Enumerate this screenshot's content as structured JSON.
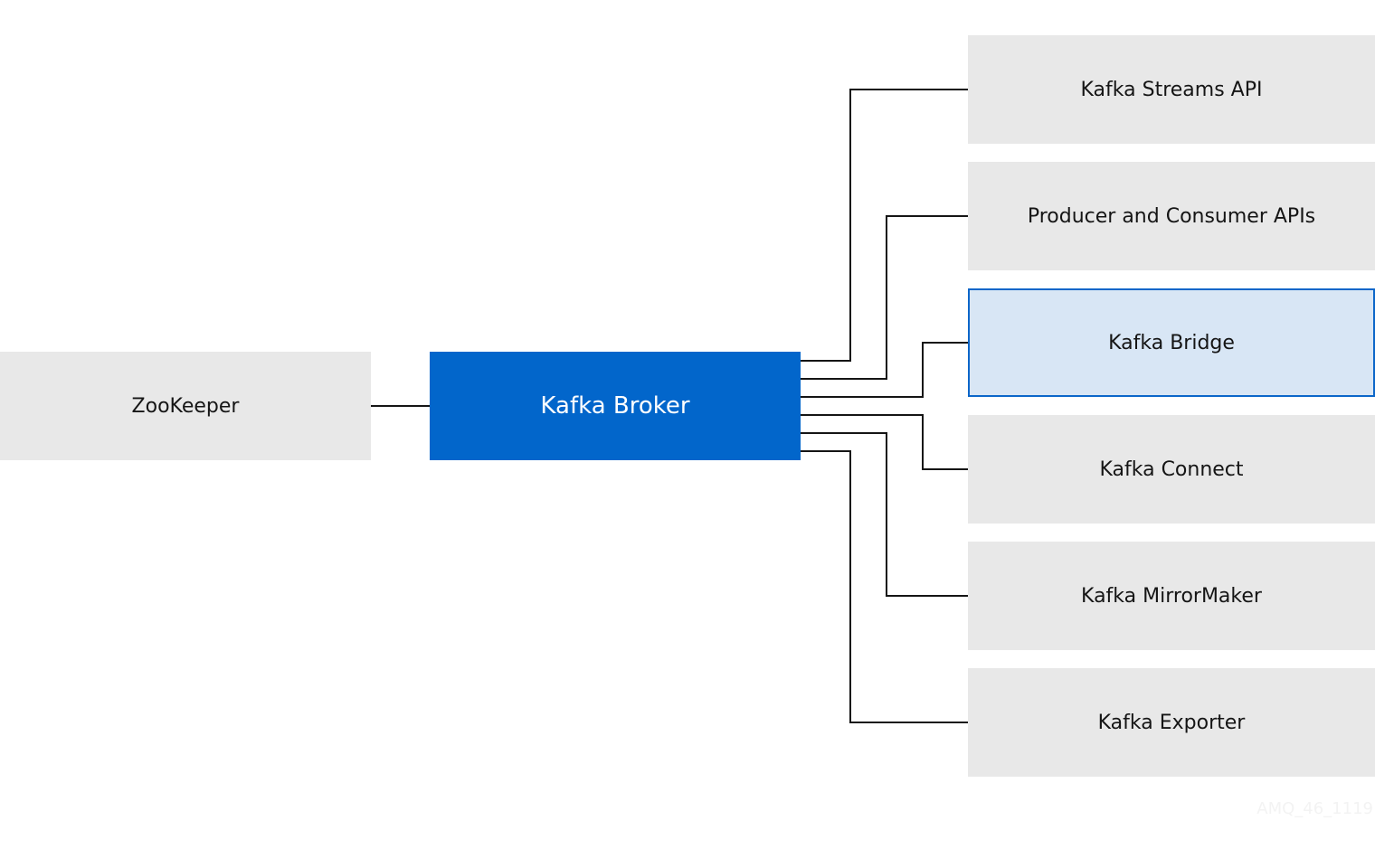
{
  "diagram": {
    "zookeeper_label": "ZooKeeper",
    "broker_label": "Kafka Broker",
    "components": [
      {
        "label": "Kafka Streams API",
        "highlighted": false
      },
      {
        "label": "Producer and Consumer APIs",
        "highlighted": false
      },
      {
        "label": "Kafka Bridge",
        "highlighted": true
      },
      {
        "label": "Kafka Connect",
        "highlighted": false
      },
      {
        "label": "Kafka MirrorMaker",
        "highlighted": false
      },
      {
        "label": "Kafka Exporter",
        "highlighted": false
      }
    ],
    "watermark": "AMQ_46_1119"
  },
  "colors": {
    "broker_fill": "#0266cb",
    "box_fill": "#e8e8e8",
    "highlight_fill": "#d8e6f5",
    "highlight_border": "#0b66c9",
    "connector": "#151515"
  }
}
